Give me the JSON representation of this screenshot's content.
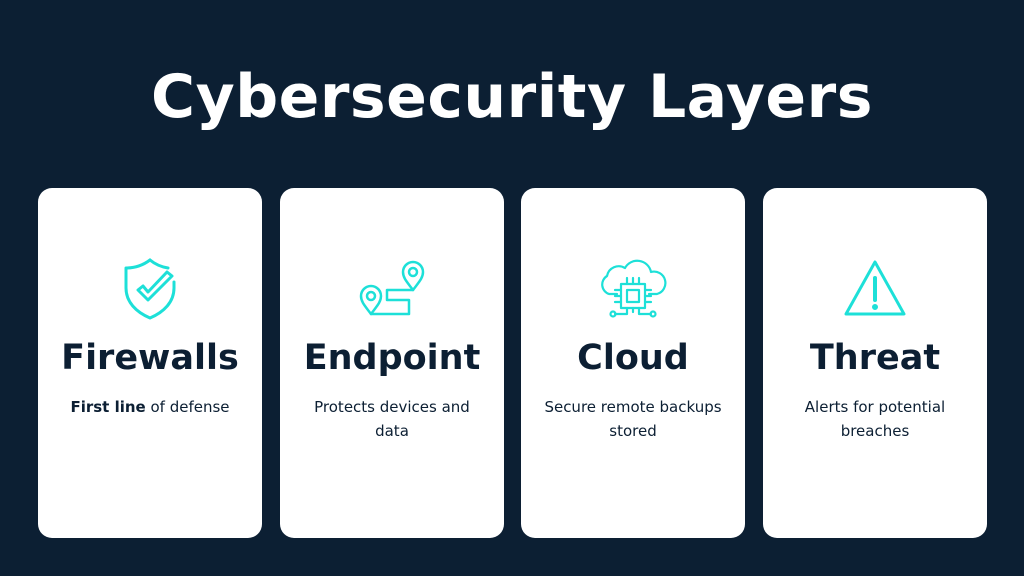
{
  "title": "Cybersecurity Layers",
  "accent": "#1de0d8",
  "cards": [
    {
      "icon": "shield-check-icon",
      "heading": "Firewalls",
      "desc_bold": "First line",
      "desc": " of defense"
    },
    {
      "icon": "route-pins-icon",
      "heading": "Endpoint",
      "desc": "Protects devices and data"
    },
    {
      "icon": "cloud-chip-icon",
      "heading": "Cloud",
      "desc": "Secure remote backups stored"
    },
    {
      "icon": "warning-triangle-icon",
      "heading": "Threat",
      "desc": "Alerts for potential breaches"
    }
  ]
}
